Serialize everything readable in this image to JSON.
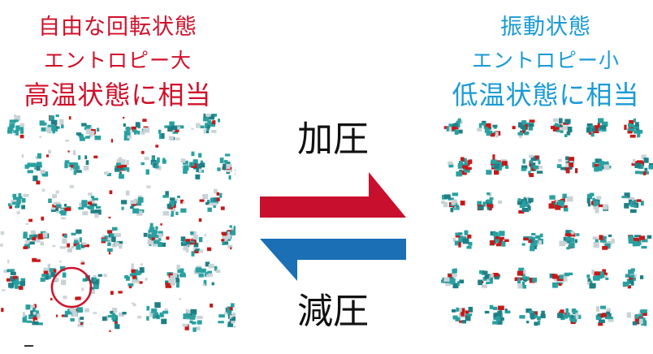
{
  "left_panel": {
    "title_line1": "自由な回転状態",
    "title_line2": "エントロピー大",
    "title_line3": "高温状態に相当",
    "title_color": "#d0102a"
  },
  "right_panel": {
    "title_line1": "振動状態",
    "title_line2": "エントロピー小",
    "title_line3": "低温状態に相当",
    "title_color": "#1a9ad6"
  },
  "process": {
    "compress_label": "加圧",
    "decompress_label": "減圧"
  },
  "arrows": {
    "forward_color": "#c8102e",
    "backward_color": "#1a6fb5"
  },
  "highlight": {
    "icon": "circle-highlight-icon",
    "color": "#d0102a"
  }
}
